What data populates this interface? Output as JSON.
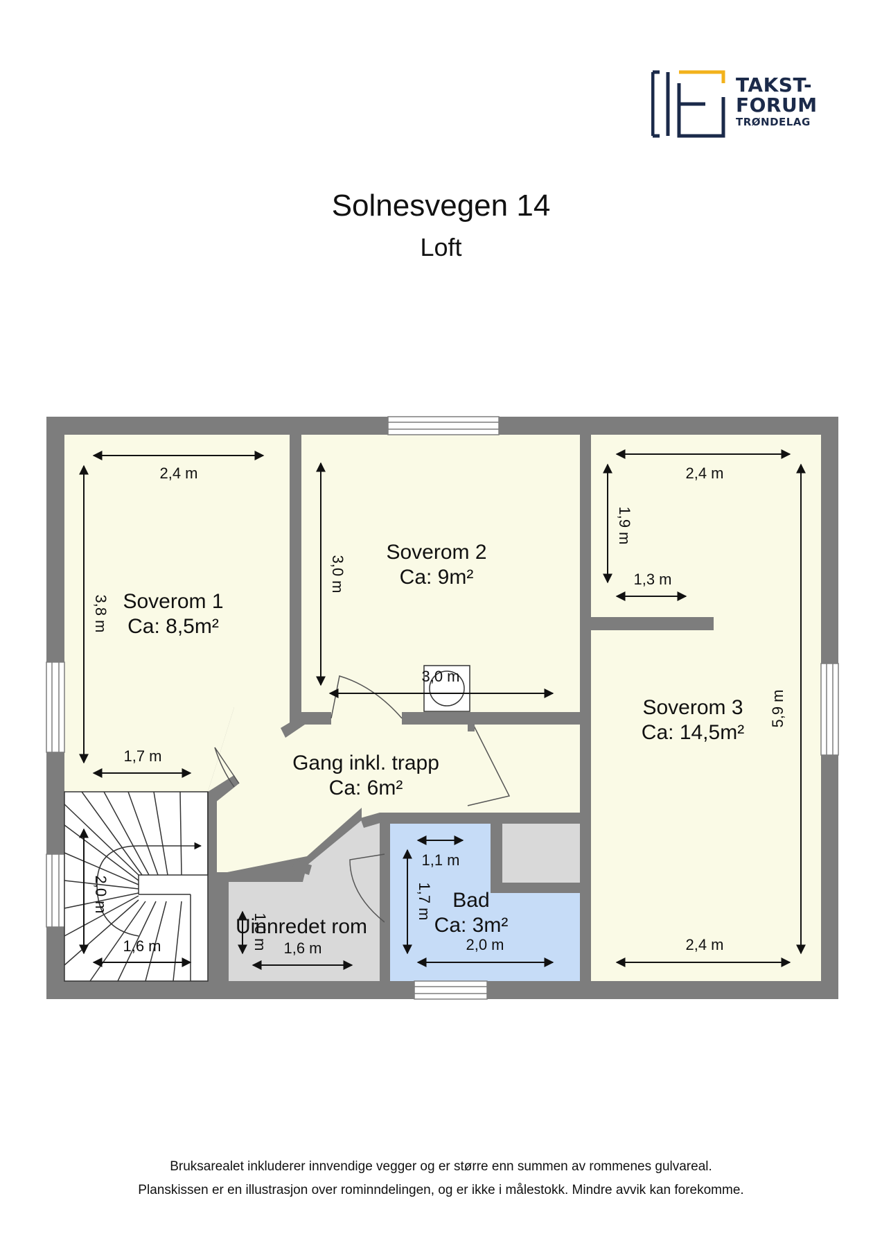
{
  "logo": {
    "line1": "TAKST-",
    "line2": "FORUM",
    "line3": "TRØNDELAG",
    "color_dark": "#1b2a4a",
    "color_accent": "#f2b21c"
  },
  "header": {
    "title": "Solnesvegen 14",
    "subtitle": "Loft"
  },
  "rooms": {
    "soverom1": {
      "name": "Soverom 1",
      "area": "Ca: 8,5m²"
    },
    "soverom2": {
      "name": "Soverom 2",
      "area": "Ca: 9m²"
    },
    "soverom3": {
      "name": "Soverom 3",
      "area": "Ca: 14,5m²"
    },
    "gang": {
      "name": "Gang inkl. trapp",
      "area": "Ca: 6m²"
    },
    "bad": {
      "name": "Bad",
      "area": "Ca: 3m²"
    },
    "uinnredet": {
      "name": "Uinnredet rom"
    }
  },
  "dimensions": {
    "s1_width": "2,4 m",
    "s1_height": "3,8 m",
    "s1_bottom": "1,7 m",
    "s2_height": "3,0 m",
    "s2_width": "3,0 m",
    "s3_top": "2,4 m",
    "s3_nook_h": "1,9 m",
    "s3_nook_w": "1,3 m",
    "s3_height": "5,9 m",
    "s3_bottom": "2,4 m",
    "bad_top": "1,1 m",
    "bad_h": "1,7 m",
    "bad_w": "2,0 m",
    "stair_h": "2,0 m",
    "stair_w": "1,6 m",
    "uinn_w": "1,6 m",
    "uinn_h": "1,0 m"
  },
  "colors": {
    "wall": "#7d7d7d",
    "bedroom_floor": "#fafae6",
    "bath_floor": "#c6dcf7",
    "unfinished_floor": "#d9d9d9"
  },
  "footer": {
    "line1": "Bruksarealet inkluderer innvendige vegger og er større enn summen av rommenes gulvareal.",
    "line2": "Planskissen er en illustrasjon over rominndelingen, og er ikke i målestokk. Mindre avvik kan forekomme."
  }
}
